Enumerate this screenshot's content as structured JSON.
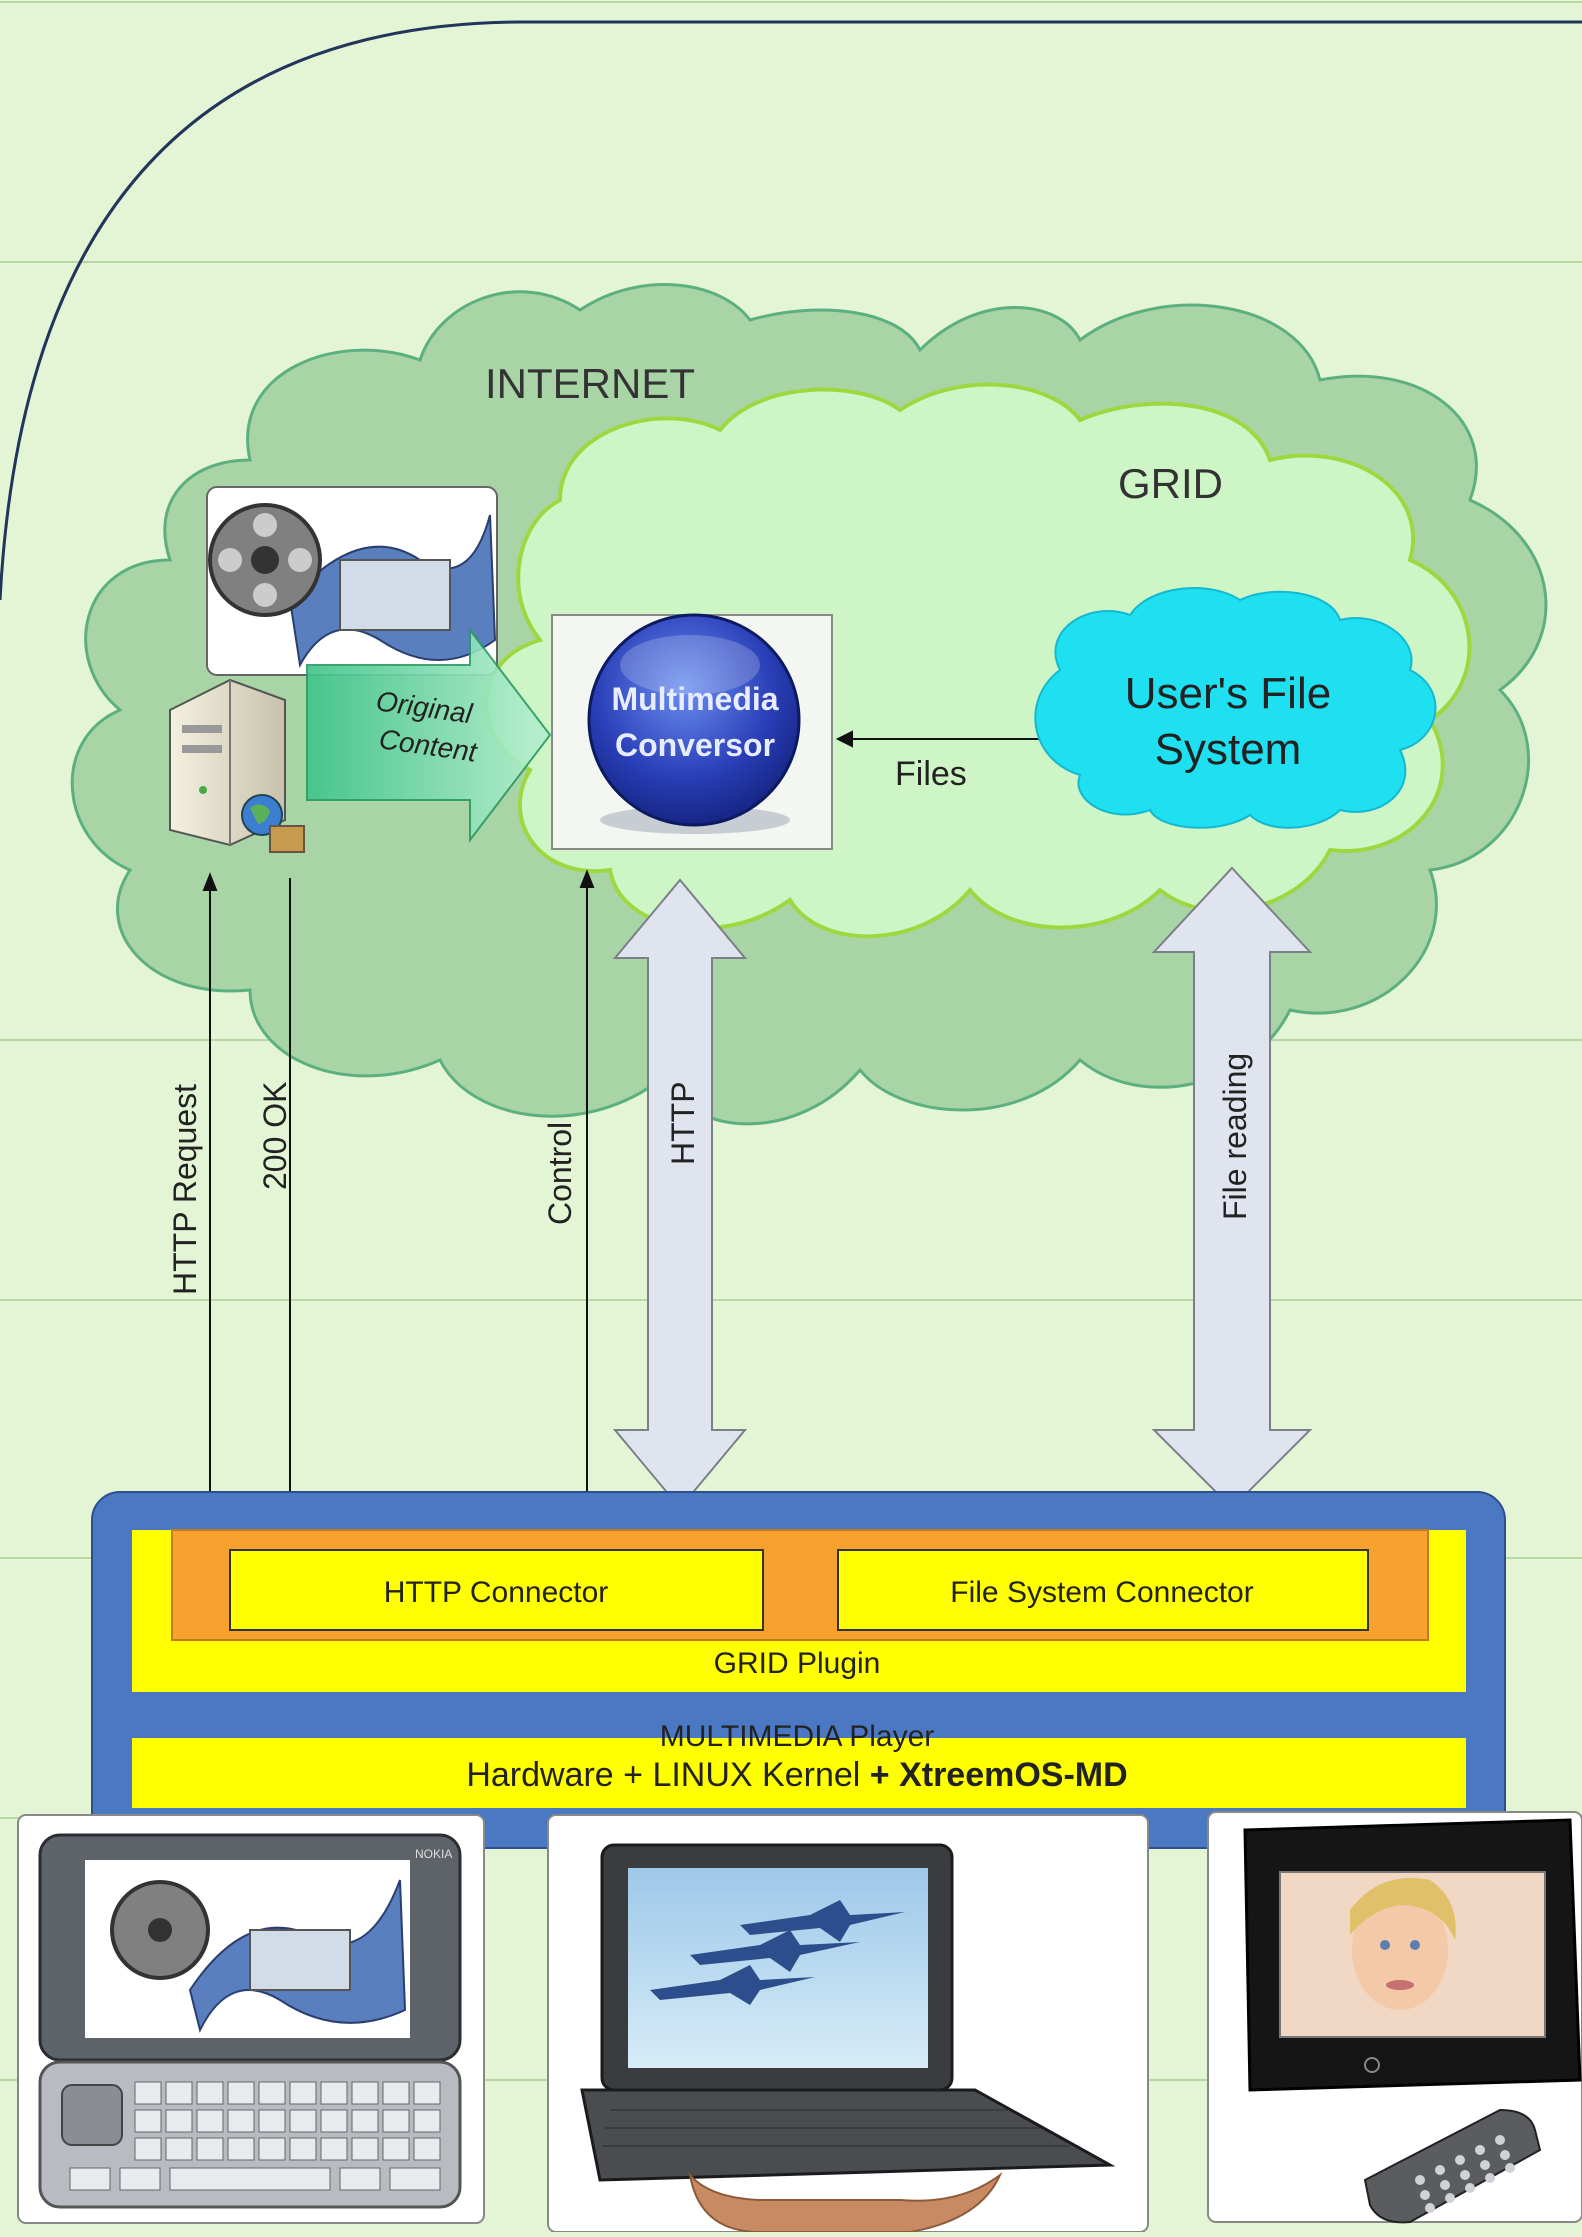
{
  "cloud": {
    "internet_label": "INTERNET",
    "grid_label": "GRID"
  },
  "converter": {
    "line1": "Multimedia",
    "line2": "Conversor"
  },
  "original_content": {
    "line1": "Original",
    "line2": "Content"
  },
  "files_label": "Files",
  "user_fs": {
    "line1": "User's File",
    "line2": "System"
  },
  "links": {
    "http_request": "HTTP Request",
    "ok_200": "200 OK",
    "control": "Control",
    "http": "HTTP",
    "file_reading": "File reading"
  },
  "stack": {
    "http_connector": "HTTP Connector",
    "fs_connector": "File System Connector",
    "grid_plugin": "GRID Plugin",
    "multimedia_player": "MULTIMEDIA Player",
    "hardware_prefix": "Hardware + LINUX Kernel ",
    "hardware_bold": "+ XtreemOS-MD"
  },
  "devices": {
    "phone_brand": "NOKIA"
  },
  "colors": {
    "background": "#e4f5d6",
    "internet_cloud": "#a9d4a6",
    "grid_cloud": "#cdf5c6",
    "user_fs_cloud": "#1fe0f0",
    "stack_frame": "#4a78c2",
    "yellow": "#ffff00",
    "orange": "#f7a12e",
    "arrow_fill": "#e0e4ee"
  }
}
